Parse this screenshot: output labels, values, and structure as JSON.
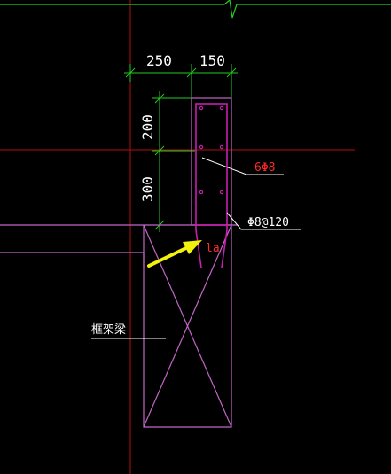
{
  "dimensions": {
    "top_left": "250",
    "top_right": "150",
    "side_upper": "200",
    "side_lower": "300"
  },
  "annotations": {
    "top_bars": "6Φ8",
    "stirrups": "Φ8@120",
    "anchorage": "la",
    "beam_label": "框架梁"
  },
  "colors": {
    "background": "#000000",
    "dimension_lines": "#22cc22",
    "outline": "#c266c8",
    "rebar": "#c61fb0",
    "crosshair": "#b01010",
    "arrow": "#f2f20a",
    "red_text": "#ff2a2a",
    "white_text": "#ffffff"
  }
}
